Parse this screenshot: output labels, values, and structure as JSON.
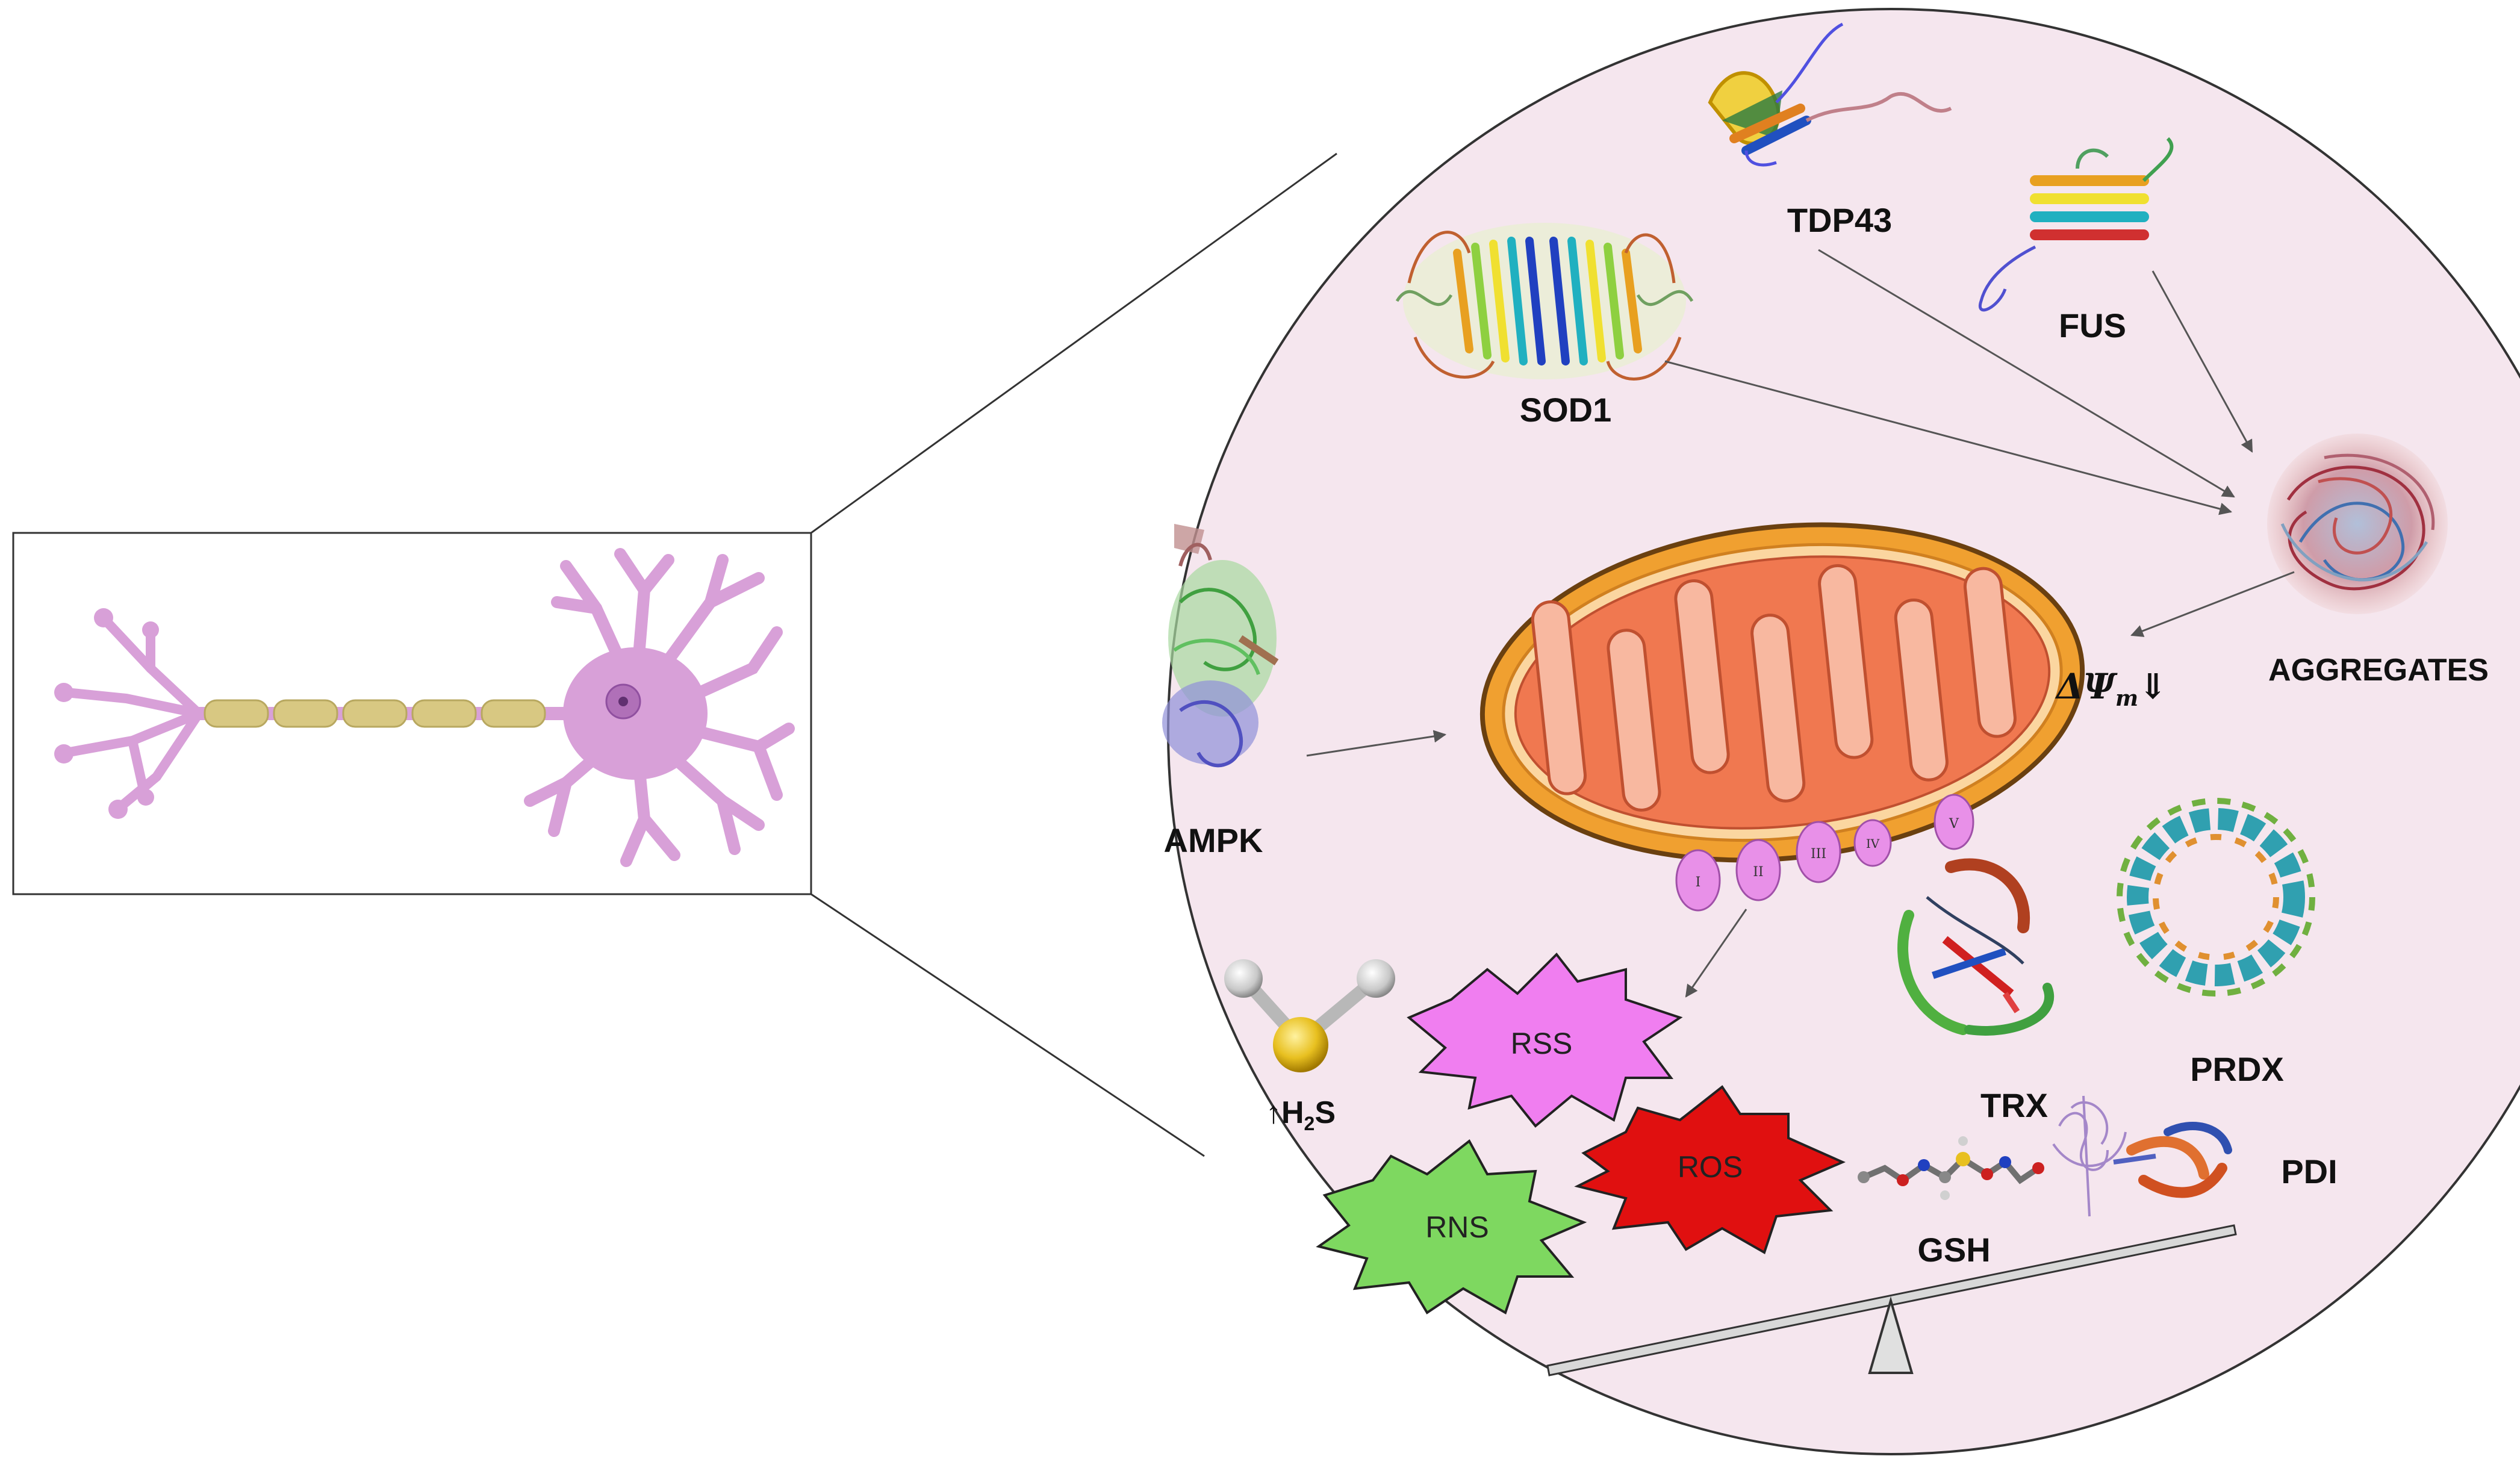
{
  "labels": {
    "tdp43": "TDP43",
    "fus": "FUS",
    "sod1": "SOD1",
    "aggregates": "AGGREGATES",
    "ampk": "AMPK",
    "delta_psi": "ΔΨ",
    "delta_psi_sub": "m",
    "delta_psi_arrow": "⇓",
    "h2s_arrow": "↑",
    "h2s_h": "H",
    "h2s_sub": "2",
    "h2s_s": "S",
    "rss": "RSS",
    "ros": "ROS",
    "rns": "RNS",
    "trx": "TRX",
    "prdx": "PRDX",
    "pdi": "PDI",
    "gsh": "GSH"
  },
  "complexes": [
    "I",
    "II",
    "III",
    "IV",
    "V"
  ],
  "colors": {
    "circle_fill": "#f5e6ee",
    "neuron": "#d8a0d8",
    "myelin": "#d8c882",
    "mito_outer": "#f0a030",
    "mito_inner": "#f07850",
    "rss": "#f07ef0",
    "ros": "#e01010",
    "rns": "#7ed860",
    "sulfur": "#e8c020",
    "hydrogen": "#d0d0d0"
  }
}
